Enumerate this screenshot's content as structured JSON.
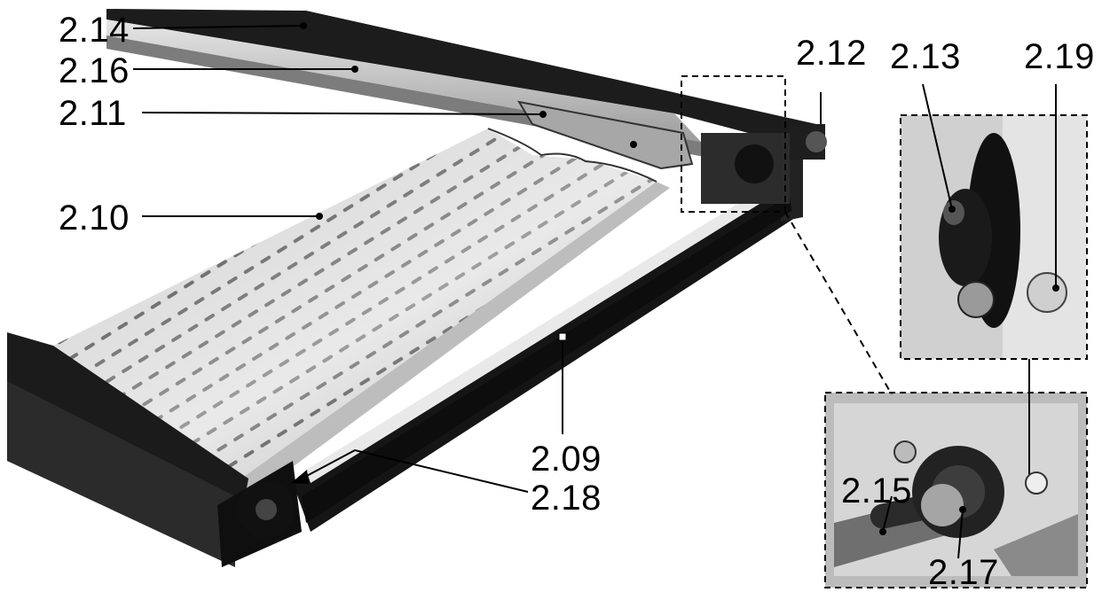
{
  "figure": {
    "colors": {
      "ink": "#000000",
      "paper": "#ffffff",
      "metal_light": "#d9d9d9",
      "metal_mid": "#9a9a9a",
      "frame_dark": "#1a1a1a"
    },
    "callouts": [
      {
        "id": "c-2-14",
        "text": "2.14"
      },
      {
        "id": "c-2-16",
        "text": "2.16"
      },
      {
        "id": "c-2-11",
        "text": "2.11"
      },
      {
        "id": "c-2-10",
        "text": "2.10"
      },
      {
        "id": "c-2-12",
        "text": "2.12"
      },
      {
        "id": "c-2-13",
        "text": "2.13"
      },
      {
        "id": "c-2-19",
        "text": "2.19"
      },
      {
        "id": "c-2-09",
        "text": "2.09"
      },
      {
        "id": "c-2-18",
        "text": "2.18"
      },
      {
        "id": "c-2-15",
        "text": "2.15"
      },
      {
        "id": "c-2-17",
        "text": "2.17"
      }
    ]
  }
}
